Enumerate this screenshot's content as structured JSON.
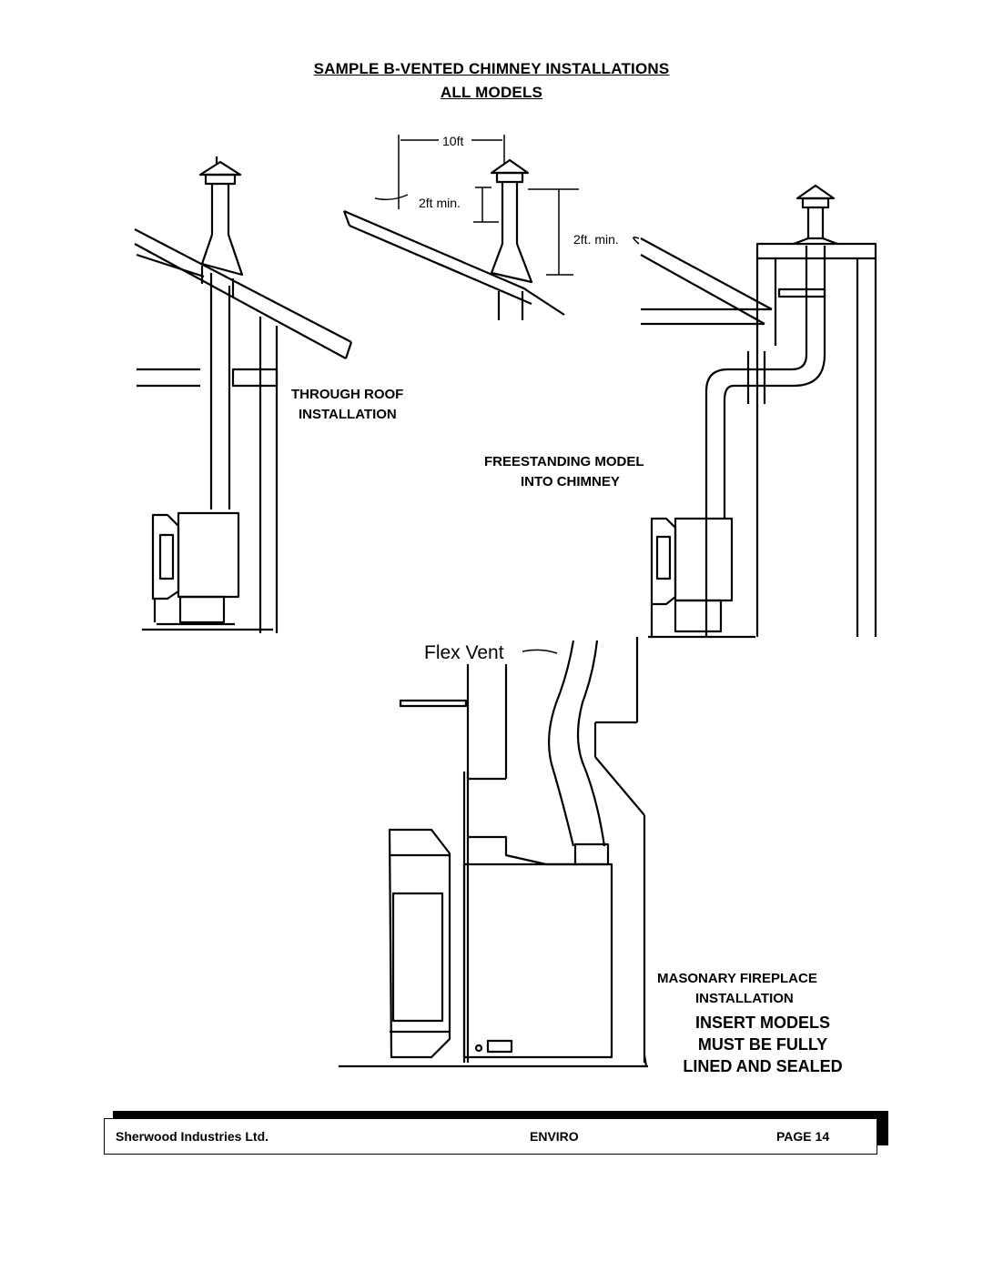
{
  "title": {
    "line1": "SAMPLE B-VENTED CHIMNEY INSTALLATIONS",
    "line2": "ALL MODELS"
  },
  "diagrams": {
    "roof_dimensions": {
      "horizontal": "10ft",
      "pipe_min": "2ft min.",
      "ridge_min": "2ft. min."
    },
    "through_roof": {
      "line1": "THROUGH ROOF",
      "line2": "INSTALLATION"
    },
    "freestanding": {
      "line1": "FREESTANDING MODEL",
      "line2": "INTO CHIMNEY"
    },
    "flex_vent": "Flex Vent",
    "masonry": {
      "line1": "MASONARY FIREPLACE",
      "line2": "INSTALLATION"
    },
    "insert_note": {
      "line1": "INSERT MODELS",
      "line2": "MUST BE FULLY",
      "line3": "LINED AND SEALED"
    }
  },
  "footer": {
    "company": "Sherwood Industries Ltd.",
    "model": "ENVIRO",
    "page": "PAGE  14"
  }
}
